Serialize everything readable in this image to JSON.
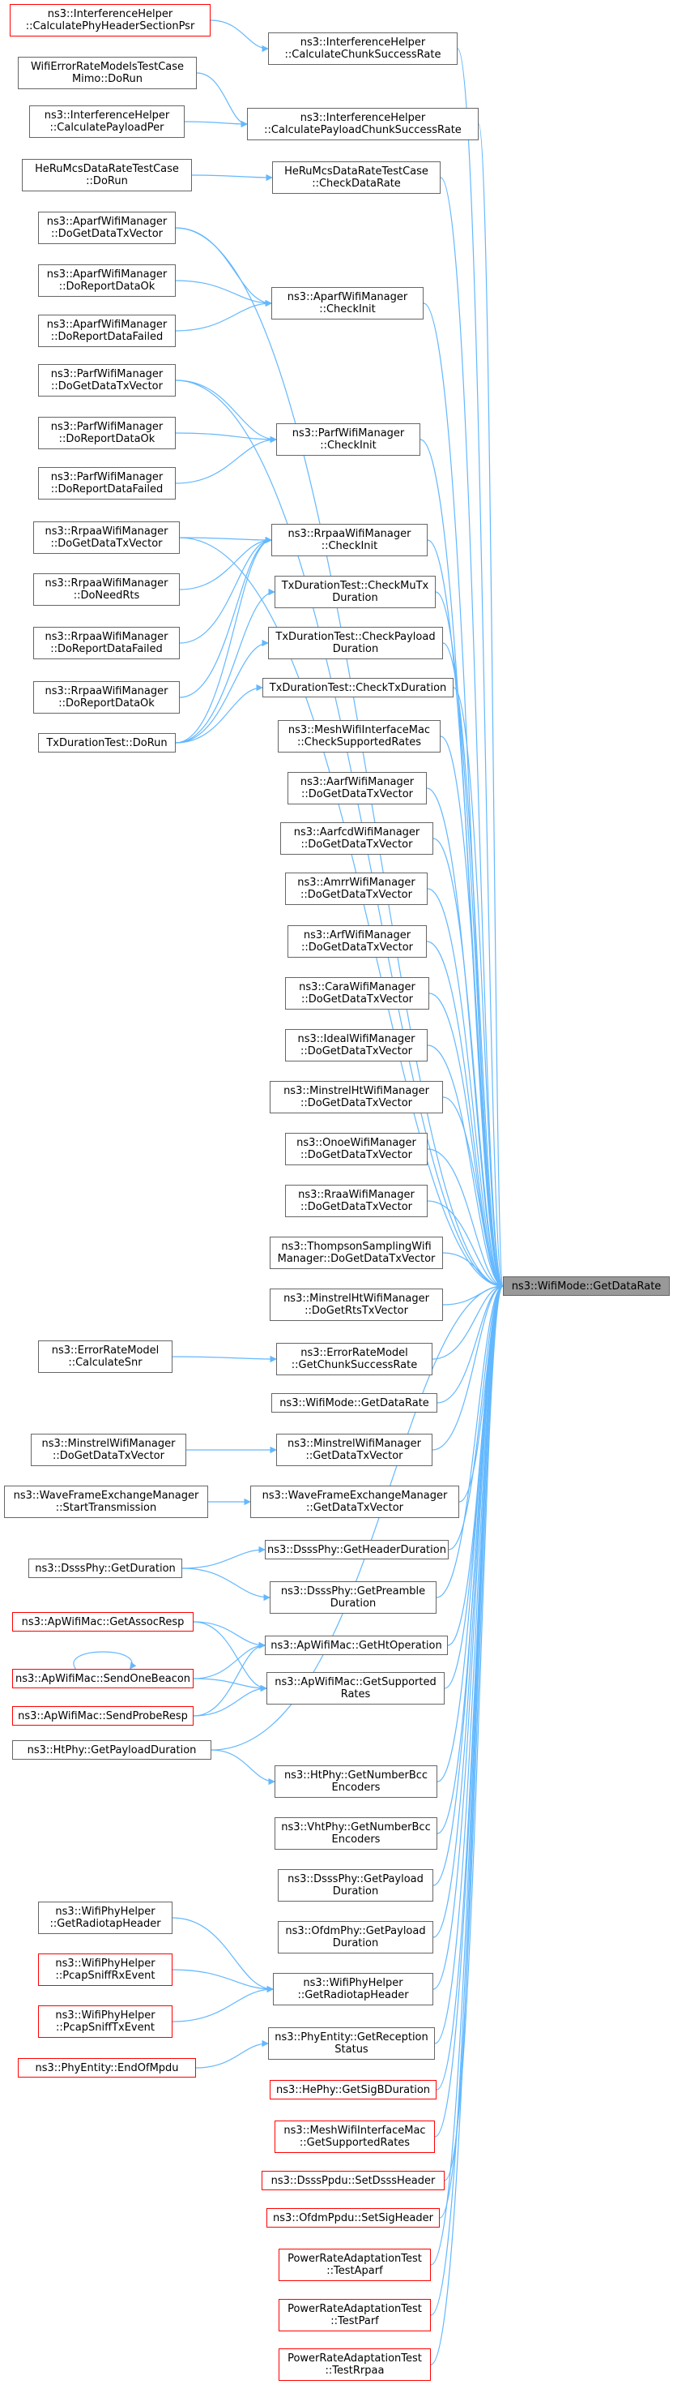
{
  "colors": {
    "edge": "#63b8ff",
    "node_border": "#666666",
    "red_border": "#ff0000",
    "target_fill": "#999999"
  },
  "target": "ns3::WifiMode::GetDataRate",
  "nodes": {
    "n_ihcpshsp": "ns3::InterferenceHelper\n::CalculatePhyHeaderSectionPsr",
    "n_ihccsr": "ns3::InterferenceHelper\n::CalculateChunkSuccessRate",
    "n_wermtc": "WifiErrorRateModelsTestCase\nMimo::DoRun",
    "n_ihcpp": "ns3::InterferenceHelper\n::CalculatePayloadPer",
    "n_ihcpcsr": "ns3::InterferenceHelper\n::CalculatePayloadChunkSuccessRate",
    "n_hemcsdr": "HeRuMcsDataRateTestCase\n::DoRun",
    "n_hemcscdr": "HeRuMcsDataRateTestCase\n::CheckDataRate",
    "n_ap_gdtx": "ns3::AparfWifiManager\n::DoGetDataTxVector",
    "n_ap_rok": "ns3::AparfWifiManager\n::DoReportDataOk",
    "n_ap_rfail": "ns3::AparfWifiManager\n::DoReportDataFailed",
    "n_ap_ci": "ns3::AparfWifiManager\n::CheckInit",
    "n_pa_gdtx": "ns3::ParfWifiManager\n::DoGetDataTxVector",
    "n_pa_rok": "ns3::ParfWifiManager\n::DoReportDataOk",
    "n_pa_rfail": "ns3::ParfWifiManager\n::DoReportDataFailed",
    "n_pa_ci": "ns3::ParfWifiManager\n::CheckInit",
    "n_rr_gdtx": "ns3::RrpaaWifiManager\n::DoGetDataTxVector",
    "n_rr_nrts": "ns3::RrpaaWifiManager\n::DoNeedRts",
    "n_rr_rfail": "ns3::RrpaaWifiManager\n::DoReportDataFailed",
    "n_rr_rok": "ns3::RrpaaWifiManager\n::DoReportDataOk",
    "n_rr_ci": "ns3::RrpaaWifiManager\n::CheckInit",
    "n_txd_mu": "TxDurationTest::CheckMuTx\nDuration",
    "n_txd_pl": "TxDurationTest::CheckPayload\nDuration",
    "n_txd_tx": "TxDurationTest::CheckTxDuration",
    "n_txd_run": "TxDurationTest::DoRun",
    "n_mesh_csr": "ns3::MeshWifiInterfaceMac\n::CheckSupportedRates",
    "n_aarf": "ns3::AarfWifiManager\n::DoGetDataTxVector",
    "n_aarfcd": "ns3::AarfcdWifiManager\n::DoGetDataTxVector",
    "n_amrr": "ns3::AmrrWifiManager\n::DoGetDataTxVector",
    "n_arf": "ns3::ArfWifiManager\n::DoGetDataTxVector",
    "n_cara": "ns3::CaraWifiManager\n::DoGetDataTxVector",
    "n_ideal": "ns3::IdealWifiManager\n::DoGetDataTxVector",
    "n_minht": "ns3::MinstrelHtWifiManager\n::DoGetDataTxVector",
    "n_onoe": "ns3::OnoeWifiManager\n::DoGetDataTxVector",
    "n_rraa": "ns3::RraaWifiManager\n::DoGetDataTxVector",
    "n_thompson": "ns3::ThompsonSamplingWifi\nManager::DoGetDataTxVector",
    "n_minht_rts": "ns3::MinstrelHtWifiManager\n::DoGetRtsTxVector",
    "n_erm_snr": "ns3::ErrorRateModel\n::CalculateSnr",
    "n_erm_gcsr": "ns3::ErrorRateModel\n::GetChunkSuccessRate",
    "n_wm_gdr": "ns3::WifiMode::GetDataRate",
    "n_min_dgdtx": "ns3::MinstrelWifiManager\n::DoGetDataTxVector",
    "n_min_gdtx": "ns3::MinstrelWifiManager\n::GetDataTxVector",
    "n_wfem_st": "ns3::WaveFrameExchangeManager\n::StartTransmission",
    "n_wfem_gdtx": "ns3::WaveFrameExchangeManager\n::GetDataTxVector",
    "n_dsss_gd": "ns3::DsssPhy::GetDuration",
    "n_dsss_ghd": "ns3::DsssPhy::GetHeaderDuration",
    "n_dsss_gpd": "ns3::DsssPhy::GetPreamble\nDuration",
    "n_apm_gar": "ns3::ApWifiMac::GetAssocResp",
    "n_apm_sob": "ns3::ApWifiMac::SendOneBeacon",
    "n_apm_spr": "ns3::ApWifiMac::SendProbeResp",
    "n_apm_gho": "ns3::ApWifiMac::GetHtOperation",
    "n_apm_gsr": "ns3::ApWifiMac::GetSupported\nRates",
    "n_ht_gpd": "ns3::HtPhy::GetPayloadDuration",
    "n_ht_gnbe": "ns3::HtPhy::GetNumberBcc\nEncoders",
    "n_vht_gnbe": "ns3::VhtPhy::GetNumberBcc\nEncoders",
    "n_dsss_gpld": "ns3::DsssPhy::GetPayload\nDuration",
    "n_ofdm_gpld": "ns3::OfdmPhy::GetPayload\nDuration",
    "n_wph_grh": "ns3::WifiPhyHelper\n::GetRadiotapHeader",
    "n_wph_rx": "ns3::WifiPhyHelper\n::PcapSniffRxEvent",
    "n_wph_tx": "ns3::WifiPhyHelper\n::PcapSniffTxEvent",
    "n_wph_grh2": "ns3::WifiPhyHelper\n::GetRadiotapHeader",
    "n_pe_eom": "ns3::PhyEntity::EndOfMpdu",
    "n_pe_grs": "ns3::PhyEntity::GetReception\nStatus",
    "n_he_gsbd": "ns3::HePhy::GetSigBDuration",
    "n_mesh_gsr": "ns3::MeshWifiInterfaceMac\n::GetSupportedRates",
    "n_dsss_pdu": "ns3::DsssPpdu::SetDsssHeader",
    "n_ofdm_pdu": "ns3::OfdmPpdu::SetSigHeader",
    "n_pra_ap": "PowerRateAdaptationTest\n::TestAparf",
    "n_pra_pa": "PowerRateAdaptationTest\n::TestParf",
    "n_pra_rr": "PowerRateAdaptationTest\n::TestRrpaa"
  }
}
